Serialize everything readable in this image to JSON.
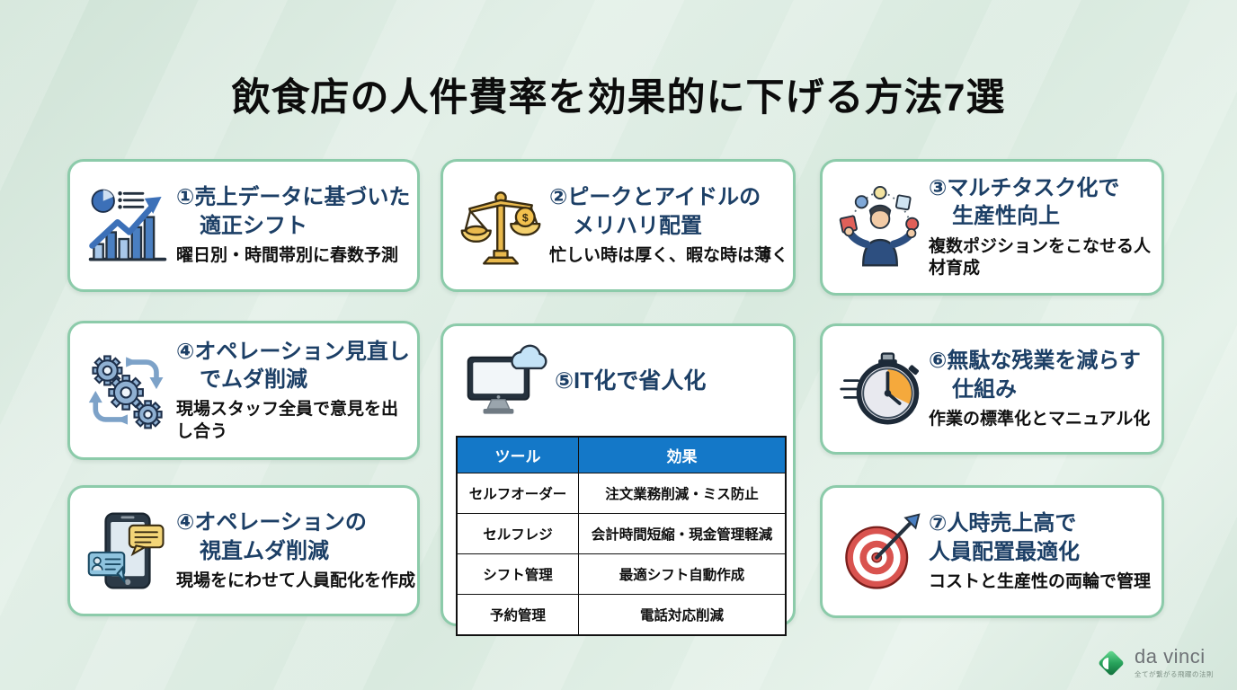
{
  "title": "飲食店の人件費率を効果的に下げる方法7選",
  "colors": {
    "background_mint": "#dceae0",
    "card_border_green": "#8ccbaa",
    "heading_navy": "#1c3f66",
    "body_text": "#101010",
    "table_header_blue": "#1478c8",
    "logo_green": "#1d8a4c",
    "accent_red": "#d9534f",
    "accent_orange": "#f5a93c",
    "accent_blue": "#4a7fc1"
  },
  "cards": [
    {
      "heading_line1": "①売上データに基づいた",
      "heading_line2": "適正シフト",
      "subtext": "曜日別・時間帯別に春数予測",
      "icon": "growth-chart-icon"
    },
    {
      "heading_line1": "②ピークとアイドルの",
      "heading_line2": "メリハリ配置",
      "subtext": "忙しい時は厚く、暇な時は薄く",
      "icon": "balance-scale-icon"
    },
    {
      "heading_line1": "③マルチタスク化で",
      "heading_line2": "生産性向上",
      "subtext": "複数ポジションをこなせる人材育成",
      "icon": "juggler-icon"
    },
    {
      "heading_line1": "④オペレーション見直し",
      "heading_line2": "でムダ削減",
      "subtext": "現場スタッフ全員で意見を出し合う",
      "icon": "gears-icon"
    },
    {
      "heading_line1": "⑤IT化で省人化",
      "heading_line2": "",
      "subtext": "",
      "icon": "computer-cloud-icon"
    },
    {
      "heading_line1": "⑥無駄な残業を減らす",
      "heading_line2": "仕組み",
      "subtext": "作業の標準化とマニュアル化",
      "icon": "stopwatch-icon"
    },
    {
      "heading_line1": "④オペレーションの",
      "heading_line2": "視直ムダ削減",
      "subtext": "現場をにわせて人員配化を作成",
      "icon": "phone-chat-icon"
    },
    {
      "heading_line1": "⑦人時売上高で",
      "heading_line2": "人員配置最適化",
      "subtext": "コストと生産性の両輪で管理",
      "icon": "target-icon"
    }
  ],
  "it_table": {
    "headers": [
      "ツール",
      "効果"
    ],
    "rows": [
      [
        "セルフオーダー",
        "注文業務削減・ミス防止"
      ],
      [
        "セルフレジ",
        "会計時間短縮・現金管理軽減"
      ],
      [
        "シフト管理",
        "最適シフト自動作成"
      ],
      [
        "予約管理",
        "電話対応削減"
      ]
    ]
  },
  "logo": {
    "name": "da vinci",
    "tagline": "全てが繋がる飛躍の法則"
  }
}
